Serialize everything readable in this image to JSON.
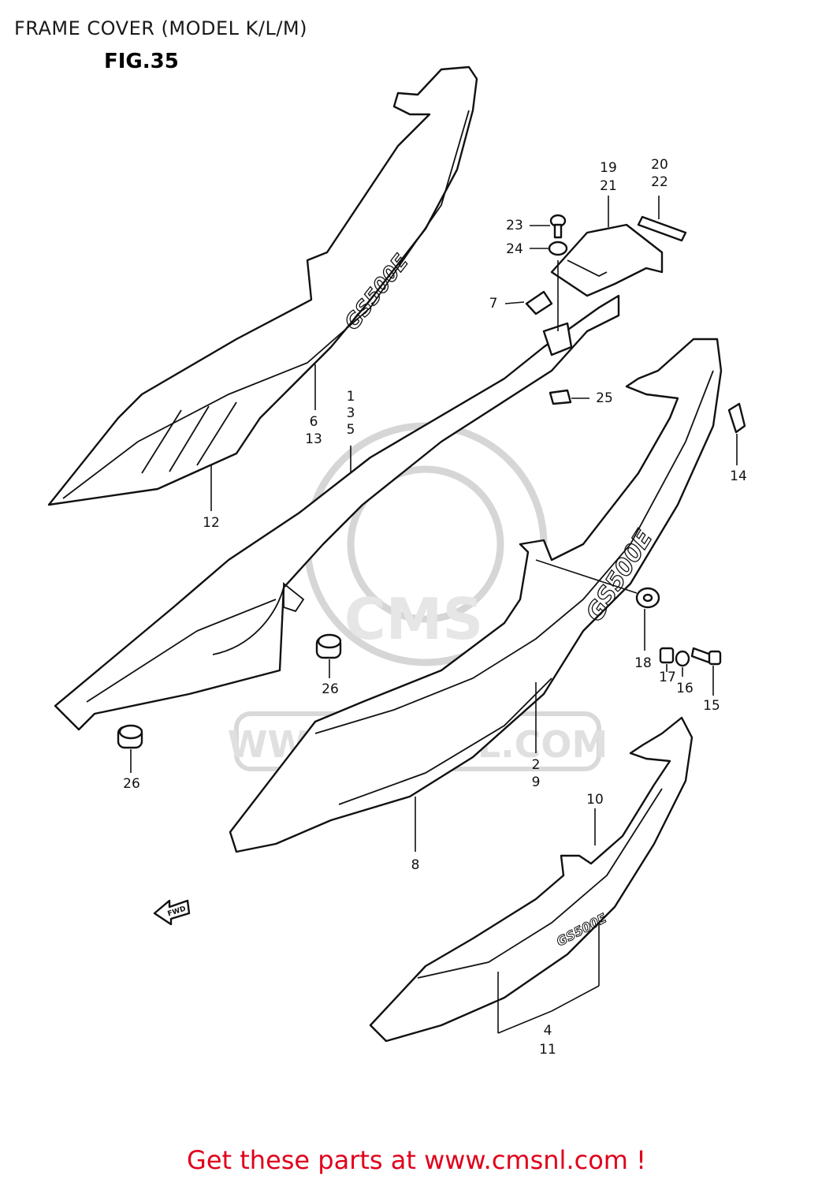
{
  "header": {
    "title": "FRAME COVER (MODEL K/L/M)",
    "figure": "FIG.35"
  },
  "footer": {
    "text": "Get these parts at www.cmsnl.com !"
  },
  "watermark": {
    "text": "WWW.CMSNL.COM",
    "logo": "CMS"
  },
  "direction_marker": {
    "text": "FWD"
  },
  "part_marking": {
    "text": "GS500E"
  },
  "callouts": [
    {
      "id": "c-1-3-5",
      "lines": [
        "1",
        "3",
        "5"
      ]
    },
    {
      "id": "c-2-9",
      "lines": [
        "2",
        "9"
      ]
    },
    {
      "id": "c-4-11",
      "lines": [
        "4",
        "11"
      ]
    },
    {
      "id": "c-6-13",
      "lines": [
        "6",
        "13"
      ]
    },
    {
      "id": "c-7",
      "lines": [
        "7"
      ]
    },
    {
      "id": "c-8",
      "lines": [
        "8"
      ]
    },
    {
      "id": "c-10",
      "lines": [
        "10"
      ]
    },
    {
      "id": "c-12",
      "lines": [
        "12"
      ]
    },
    {
      "id": "c-14",
      "lines": [
        "14"
      ]
    },
    {
      "id": "c-15",
      "lines": [
        "15"
      ]
    },
    {
      "id": "c-16",
      "lines": [
        "16"
      ]
    },
    {
      "id": "c-17",
      "lines": [
        "17"
      ]
    },
    {
      "id": "c-18",
      "lines": [
        "18"
      ]
    },
    {
      "id": "c-19-21",
      "lines": [
        "19",
        "21"
      ]
    },
    {
      "id": "c-20-22",
      "lines": [
        "20",
        "22"
      ]
    },
    {
      "id": "c-23",
      "lines": [
        "23"
      ]
    },
    {
      "id": "c-24",
      "lines": [
        "24"
      ]
    },
    {
      "id": "c-25",
      "lines": [
        "25"
      ]
    },
    {
      "id": "c-26a",
      "lines": [
        "26"
      ]
    },
    {
      "id": "c-26b",
      "lines": [
        "26"
      ]
    }
  ],
  "colors": {
    "footer": "#e0001b",
    "line": "#111111",
    "watermark": "#d6d6d6"
  }
}
